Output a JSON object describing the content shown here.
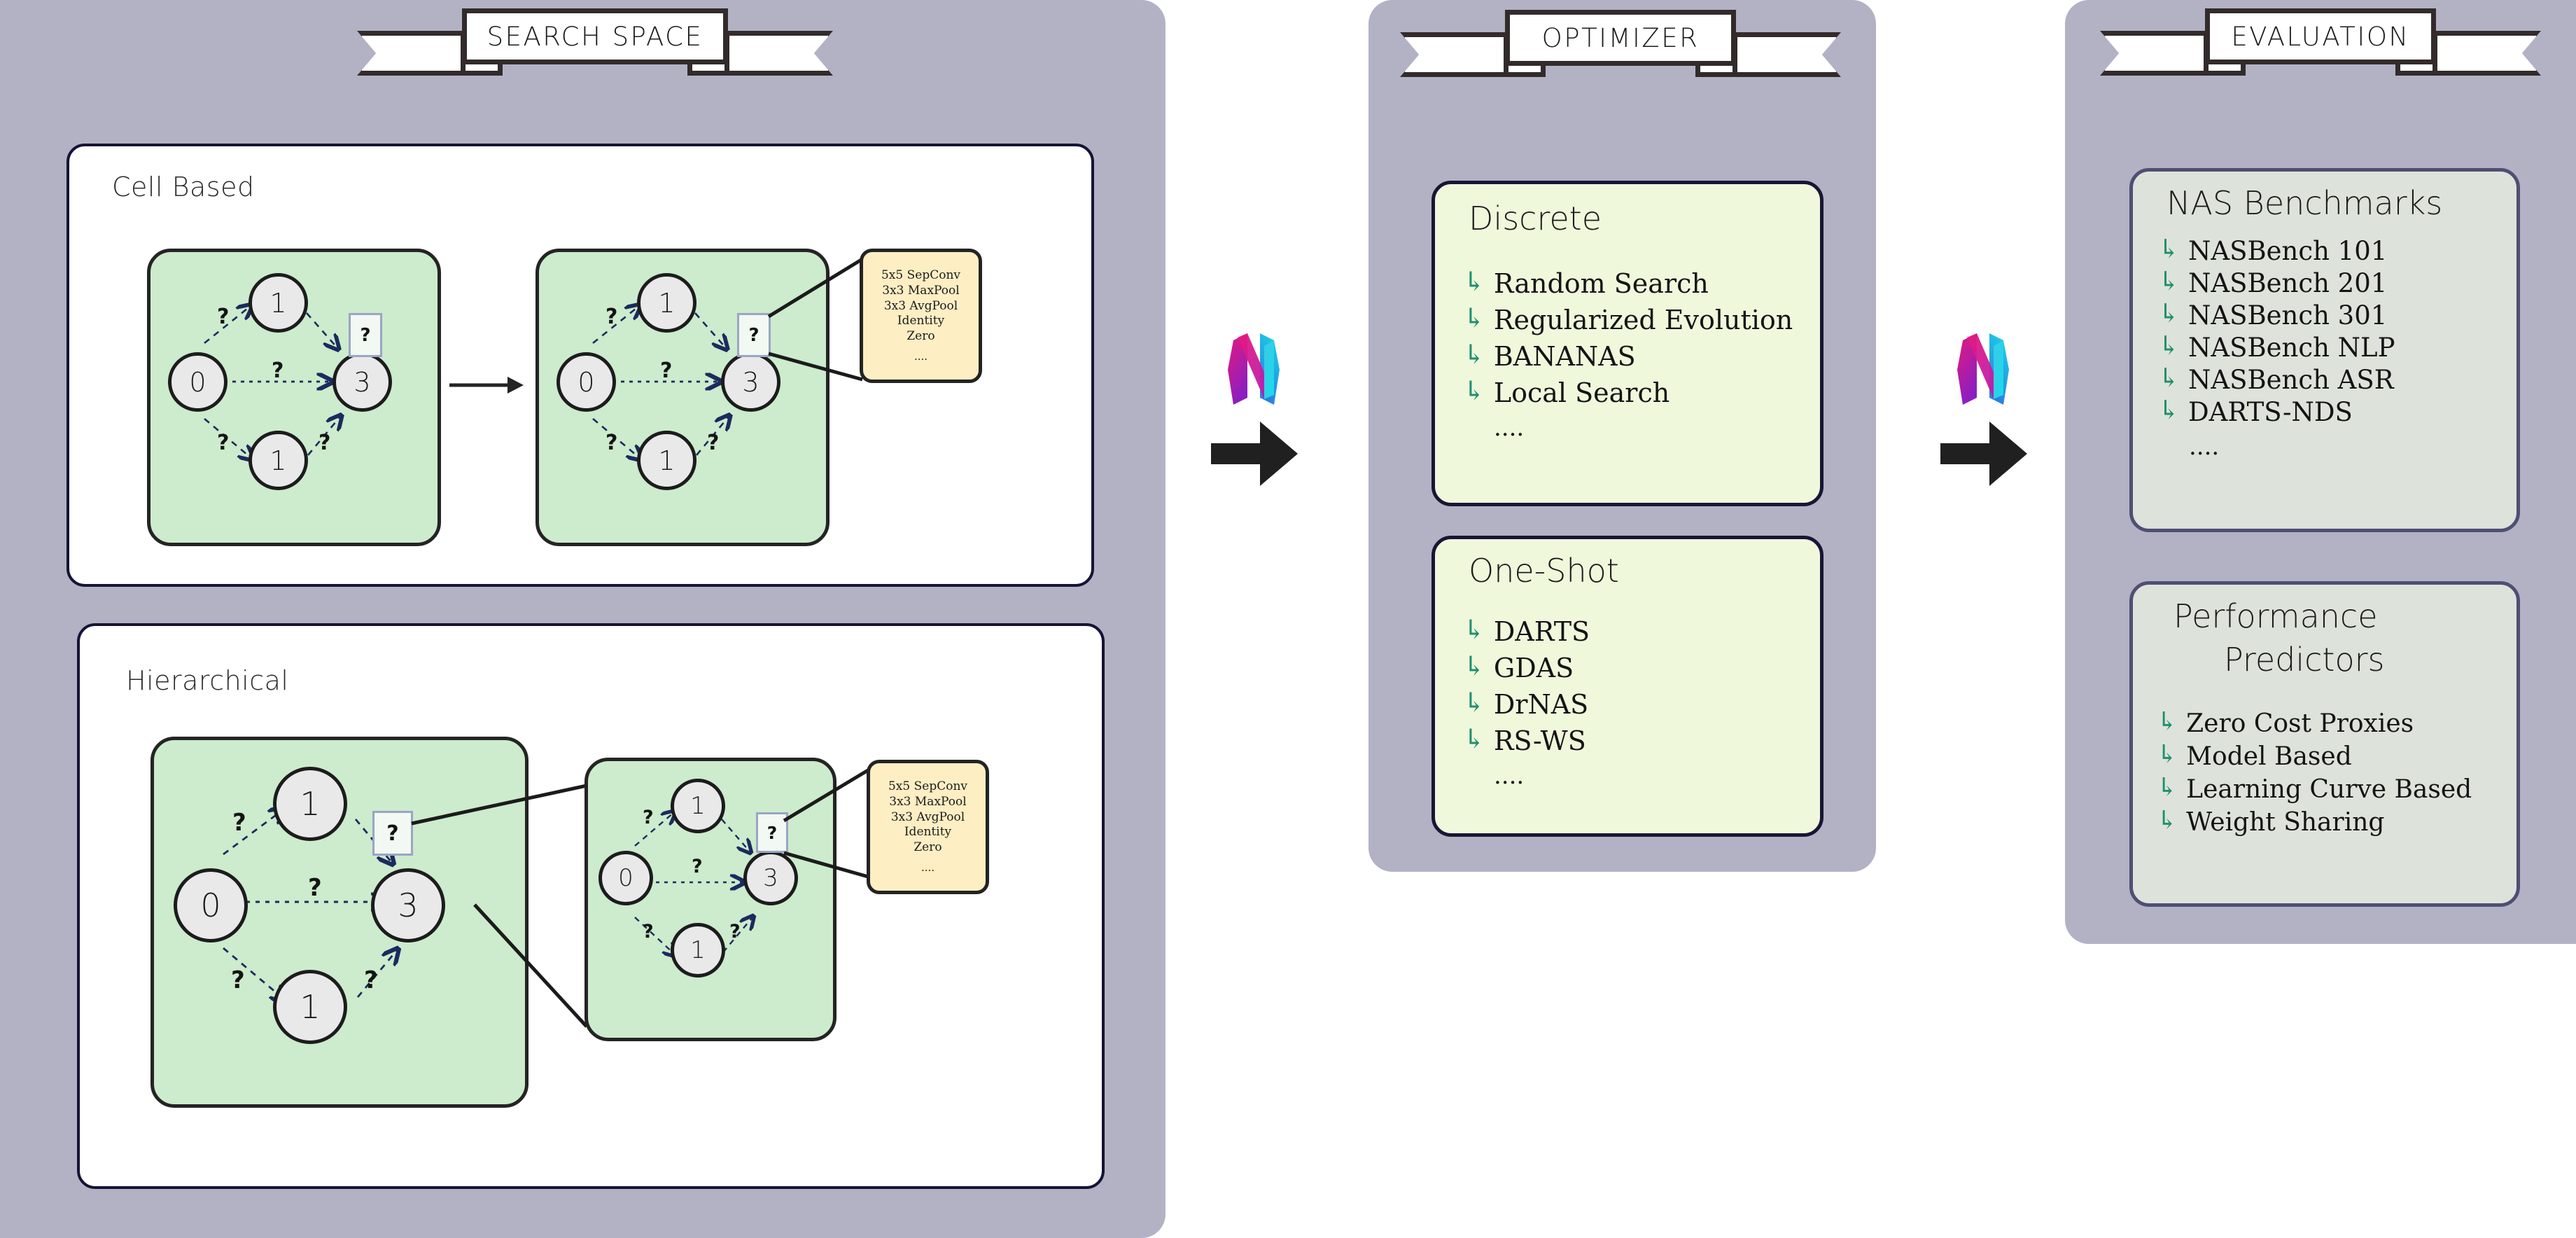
{
  "stages": {
    "search_space": {
      "banner": "SEARCH SPACE",
      "sections": [
        {
          "title": "Cell Based"
        },
        {
          "title": "Hierarchical"
        }
      ],
      "cell_nodes": [
        "1",
        "0",
        "3",
        "1"
      ],
      "edge_label": "?",
      "op_slot_label": "?",
      "operations_tooltip": {
        "items": [
          "5x5 SepConv",
          "3x3 MaxPool",
          "3x3 AvgPool",
          "Identity",
          "Zero"
        ],
        "ellipsis": "...."
      }
    },
    "optimizer": {
      "banner": "OPTIMIZER",
      "cards": [
        {
          "title": "Discrete",
          "items": [
            "Random Search",
            "Regularized Evolution",
            "BANANAS",
            "Local Search"
          ],
          "ellipsis": "...."
        },
        {
          "title": "One-Shot",
          "items": [
            "DARTS",
            "GDAS",
            "DrNAS",
            "RS-WS"
          ],
          "ellipsis": "...."
        }
      ]
    },
    "evaluation": {
      "banner": "EVALUATION",
      "cards": [
        {
          "title": "NAS Benchmarks",
          "items": [
            "NASBench 101",
            "NASBench 201",
            "NASBench 301",
            "NASBench NLP",
            "NASBench ASR",
            "DARTS-NDS"
          ],
          "ellipsis": "...."
        },
        {
          "title_line1": "Performance",
          "title_line2": "Predictors",
          "items": [
            "Zero  Cost Proxies",
            "Model Based",
            "Learning Curve Based",
            "Weight Sharing"
          ],
          "ellipsis": ""
        }
      ]
    }
  },
  "connectors": {
    "logo_name": "naslib-logo",
    "arrow_name": "right-arrow"
  },
  "colors": {
    "stage_bg": "#b3b2c4",
    "card_bg": "#ffffff",
    "card_border": "#151436",
    "cell_green": "#cdebcd",
    "node_gray": "#e9e9e9",
    "tooltip_yellow": "#fdeec4",
    "list_green": "#f0f8dc",
    "list_gray": "#dde3da",
    "hook_teal": "#1f8f6e",
    "logo_magenta": "#e8197d",
    "logo_purple": "#8b1fc0",
    "logo_cyan": "#18dcea",
    "logo_blue": "#2a7fe0",
    "arrow_black": "#202020"
  }
}
